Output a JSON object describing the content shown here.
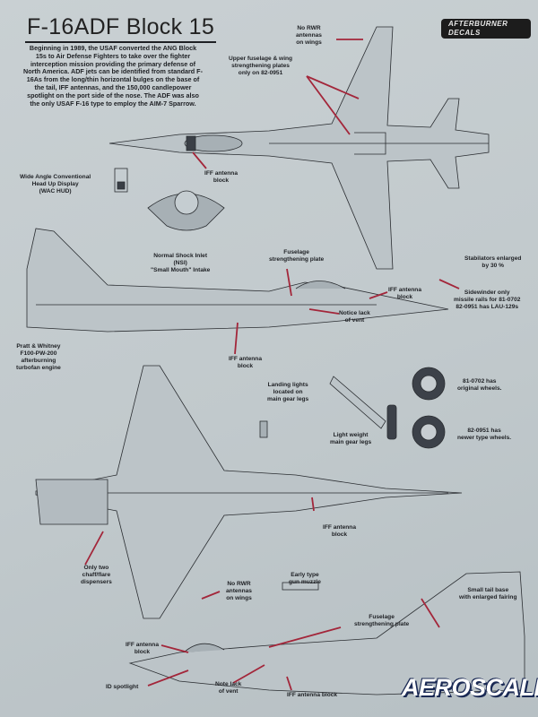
{
  "title": "F-16ADF Block 15",
  "intro": "Beginning in 1989, the USAF converted the ANG Block 15s to Air Defense Fighters to take over the fighter interception mission providing the primary defense of North America. ADF jets can be identified from standard F-16As from the long/thin horizontal bulges on the base of the tail, IFF antennas, and the 150,000 candlepower spotlight on the port side of the nose. The ADF was also the only USAF F-16 type to employ the AIM-7 Sparrow.",
  "logo": {
    "line1": "AFTERBURNER",
    "line2": "DECALS"
  },
  "watermark": "AEROSCALE",
  "colors": {
    "background": "#c3cbcf",
    "ink": "#1e2024",
    "arrow": "#a3263a"
  },
  "callouts": {
    "no_rwr_top": [
      "No RWR",
      "antennas",
      "on wings"
    ],
    "upper_plates": [
      "Upper fuselage & wing",
      "strengthening plates",
      "only on 82-0951"
    ],
    "wac_hud": [
      "Wide Angle Conventional",
      "Head Up Display",
      "(WAC HUD)"
    ],
    "iff_top": [
      "IFF antenna",
      "block"
    ],
    "nsi": [
      "Normal Shock Inlet",
      "(NSI)",
      "\"Small Mouth\" Intake"
    ],
    "fuselage_plate_side": [
      "Fuselage",
      "strengthening plate"
    ],
    "stabilators": [
      "Stabilators enlarged",
      "by 30 %"
    ],
    "iff_side": [
      "IFF antenna",
      "block"
    ],
    "sidewinder": [
      "Sidewinder only",
      "missile rails for 81-0702",
      "82-0951 has LAU-129s"
    ],
    "no_vent_side": [
      "Notice lack",
      "of vent"
    ],
    "engine": [
      "Pratt & Whitney",
      "F100-PW-200",
      "afterburning",
      "turbofan engine"
    ],
    "iff_bottom_left": [
      "IFF antenna",
      "block"
    ],
    "landing_lights": [
      "Landing lights",
      "located on",
      "main gear legs"
    ],
    "wheels_0702": [
      "81-0702 has",
      "original wheels."
    ],
    "gear_legs": [
      "Light weight",
      "main gear legs"
    ],
    "wheels_0951": [
      "82-0951 has",
      "newer type wheels."
    ],
    "iff_bottom": [
      "IFF antenna",
      "block"
    ],
    "chaff": [
      "Only two",
      "chaff/flare",
      "dispensers"
    ],
    "no_rwr_bottom": [
      "No RWR",
      "antennas",
      "on wings"
    ],
    "gun_muzzle": [
      "Early type",
      "gun muzzle"
    ],
    "tail_base": [
      "Small tail base",
      "with enlarged fairing"
    ],
    "fuselage_plate_lower": [
      "Fuselage",
      "strengthening plate"
    ],
    "iff_lower_nose": [
      "IFF antenna",
      "block"
    ],
    "id_spotlight": [
      "ID spotlight"
    ],
    "no_vent_lower": [
      "Note lack",
      "of vent"
    ],
    "iff_lower": [
      "IFF antenna block"
    ]
  }
}
